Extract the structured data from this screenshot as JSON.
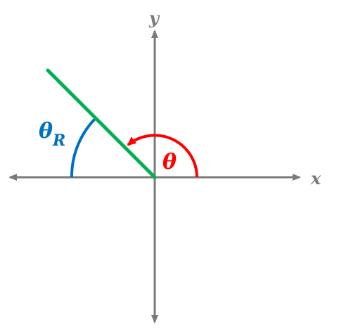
{
  "axes": {
    "x_label": "x",
    "y_label": "y"
  },
  "angles": {
    "theta_symbol": "θ",
    "reference_angle_symbol": "θ",
    "reference_angle_subscript": "R"
  },
  "colors": {
    "axis": "#7a7a7a",
    "terminal_side": "#00b050",
    "theta_arc": "#ff0000",
    "reference_arc": "#0070c0",
    "axis_label": "#7a7a7a"
  }
}
